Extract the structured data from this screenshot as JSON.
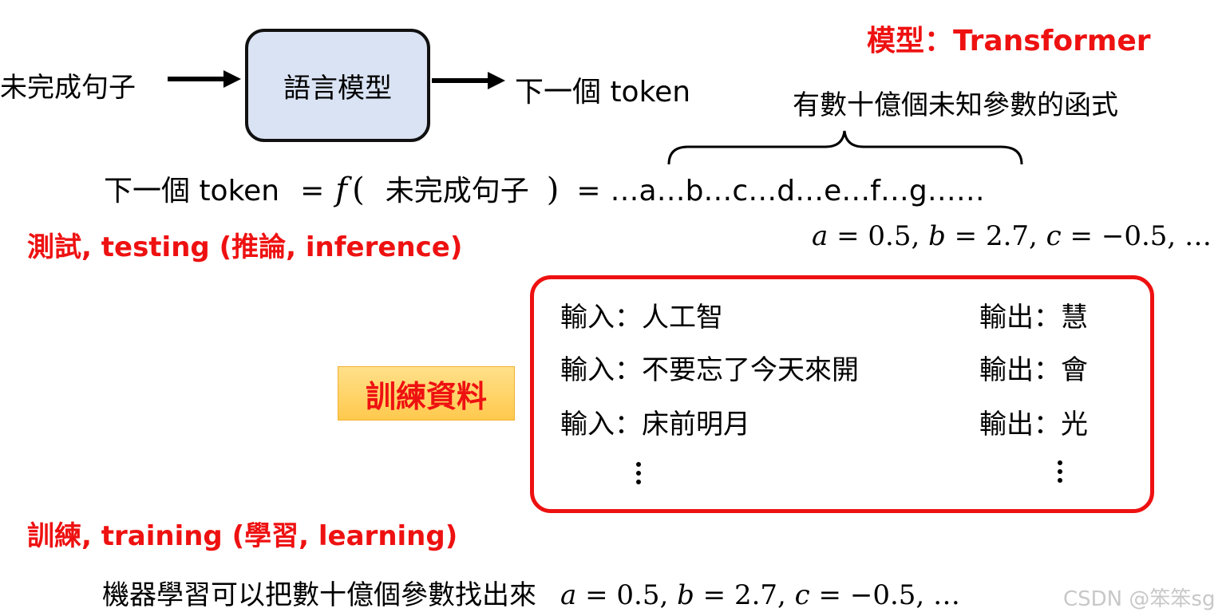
{
  "top": {
    "input_text": "未完成句子",
    "model_label": "語言模型",
    "output_text": "下一個 token",
    "model_type": "模型：Transformer",
    "brace_label": "有數十億個未知參數的函式"
  },
  "equation": {
    "lhs": "下一個 token",
    "eq1": "=",
    "func": "f",
    "open": "(",
    "arg": "未完成句子",
    "close": ")",
    "eq2": "=",
    "rhs": "…a…b…c…d…e…f…g……"
  },
  "params_line": {
    "a": "a",
    "a_val": "= 0.5,",
    "b": "b",
    "b_val": "= 2.7,",
    "c": "c",
    "c_val": "= −0.5, …"
  },
  "testing_label": "測試, testing (推論, inference)",
  "training_data": {
    "label": "訓練資料",
    "rows": [
      {
        "input": "輸入：人工智",
        "output": "輸出：慧"
      },
      {
        "input": "輸入：不要忘了今天來開",
        "output": "輸出：會"
      },
      {
        "input": "輸入：床前明月",
        "output": "輸出：光"
      }
    ]
  },
  "training_label": "訓練, training (學習, learning)",
  "bottom": {
    "text": "機器學習可以把數十億個參數找出來",
    "a": "a",
    "a_val": "= 0.5,",
    "b": "b",
    "b_val": "= 2.7,",
    "c": "c",
    "c_val": "= −0.5, …"
  },
  "watermark": "CSDN @笨笨sg"
}
